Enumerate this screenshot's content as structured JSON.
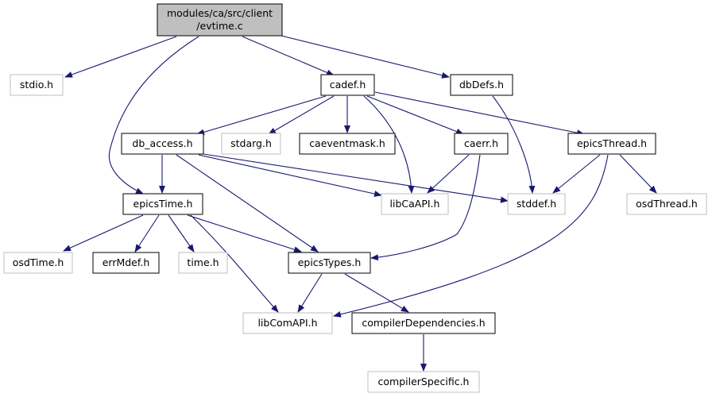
{
  "colors": {
    "edge": "#191970",
    "box_border_dark": "#000000",
    "box_border_light": "#bfbfbf",
    "root_fill": "#bfbfbf",
    "text": "#000000"
  },
  "nodes": {
    "root": {
      "line1": "modules/ca/src/client",
      "line2": "/evtime.c",
      "style": "root"
    },
    "stdio": {
      "label": "stdio.h",
      "style": "light"
    },
    "cadef": {
      "label": "cadef.h",
      "style": "dark"
    },
    "dbdefs": {
      "label": "dbDefs.h",
      "style": "dark"
    },
    "db_access": {
      "label": "db_access.h",
      "style": "dark"
    },
    "stdarg": {
      "label": "stdarg.h",
      "style": "light"
    },
    "caeventmask": {
      "label": "caeventmask.h",
      "style": "dark"
    },
    "caerr": {
      "label": "caerr.h",
      "style": "dark"
    },
    "epicsthread": {
      "label": "epicsThread.h",
      "style": "dark"
    },
    "epicstime": {
      "label": "epicsTime.h",
      "style": "dark"
    },
    "libcaapi": {
      "label": "libCaAPI.h",
      "style": "light"
    },
    "stddef": {
      "label": "stddef.h",
      "style": "light"
    },
    "osdthread": {
      "label": "osdThread.h",
      "style": "light"
    },
    "osdtime": {
      "label": "osdTime.h",
      "style": "light"
    },
    "errmdef": {
      "label": "errMdef.h",
      "style": "dark"
    },
    "time": {
      "label": "time.h",
      "style": "light"
    },
    "epicstypes": {
      "label": "epicsTypes.h",
      "style": "dark"
    },
    "libcomapi": {
      "label": "libComAPI.h",
      "style": "light"
    },
    "compilerdeps": {
      "label": "compilerDependencies.h",
      "style": "dark"
    },
    "compilerspecific": {
      "label": "compilerSpecific.h",
      "style": "light"
    }
  },
  "edges": [
    [
      "root",
      "stdio"
    ],
    [
      "root",
      "epicstime"
    ],
    [
      "root",
      "cadef"
    ],
    [
      "root",
      "dbdefs"
    ],
    [
      "cadef",
      "db_access"
    ],
    [
      "cadef",
      "stdarg"
    ],
    [
      "cadef",
      "caeventmask"
    ],
    [
      "cadef",
      "libcaapi"
    ],
    [
      "cadef",
      "caerr"
    ],
    [
      "cadef",
      "epicsthread"
    ],
    [
      "dbdefs",
      "stddef"
    ],
    [
      "db_access",
      "epicstime"
    ],
    [
      "db_access",
      "epicstypes"
    ],
    [
      "db_access",
      "libcaapi"
    ],
    [
      "db_access",
      "stddef"
    ],
    [
      "caerr",
      "libcaapi"
    ],
    [
      "caerr",
      "epicstypes"
    ],
    [
      "epicsthread",
      "stddef"
    ],
    [
      "epicsthread",
      "osdthread"
    ],
    [
      "epicsthread",
      "libcomapi"
    ],
    [
      "epicstime",
      "osdtime"
    ],
    [
      "epicstime",
      "errmdef"
    ],
    [
      "epicstime",
      "time"
    ],
    [
      "epicstime",
      "epicstypes"
    ],
    [
      "epicstime",
      "libcomapi"
    ],
    [
      "epicstypes",
      "libcomapi"
    ],
    [
      "epicstypes",
      "compilerdeps"
    ],
    [
      "compilerdeps",
      "compilerspecific"
    ]
  ]
}
